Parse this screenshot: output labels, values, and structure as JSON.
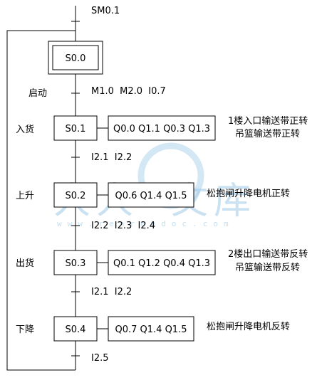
{
  "initial_contact": "SM0.1",
  "initial_step": "S0.0",
  "watermark": {
    "logo_chars": [
      "人",
      "人",
      "文",
      "库"
    ],
    "url": "www.renrendoc.com"
  },
  "steps": [
    {
      "id": "S0.1",
      "label": "入货",
      "actions": "Q0.0 Q1.1 Q0.3 Q1.3",
      "notes": [
        "1楼入口输送带正转",
        "吊篮输送带正转"
      ]
    },
    {
      "id": "S0.2",
      "label": "上升",
      "actions": "Q0.6 Q1.4 Q1.5",
      "notes": [
        "松抱闸升降电机正转"
      ]
    },
    {
      "id": "S0.3",
      "label": "出货",
      "actions": "Q0.1 Q1.2 Q0.4 Q1.3",
      "notes": [
        "2楼出口输送带反转",
        "吊篮输送带反转"
      ]
    },
    {
      "id": "S0.4",
      "label": "下降",
      "actions": "Q0.7 Q1.4 Q1.5",
      "notes": [
        "松抱闸升降电机反转"
      ]
    }
  ],
  "transitions": [
    {
      "label": "启动",
      "condition": "M1.0  M2.0  I0.7"
    },
    {
      "label": "",
      "condition": "I2.1  I2.2"
    },
    {
      "label": "",
      "condition": "I2.2  I2.3  I2.4"
    },
    {
      "label": "",
      "condition": "I2.1  I2.2"
    },
    {
      "label": "",
      "condition": "I2.5"
    }
  ]
}
